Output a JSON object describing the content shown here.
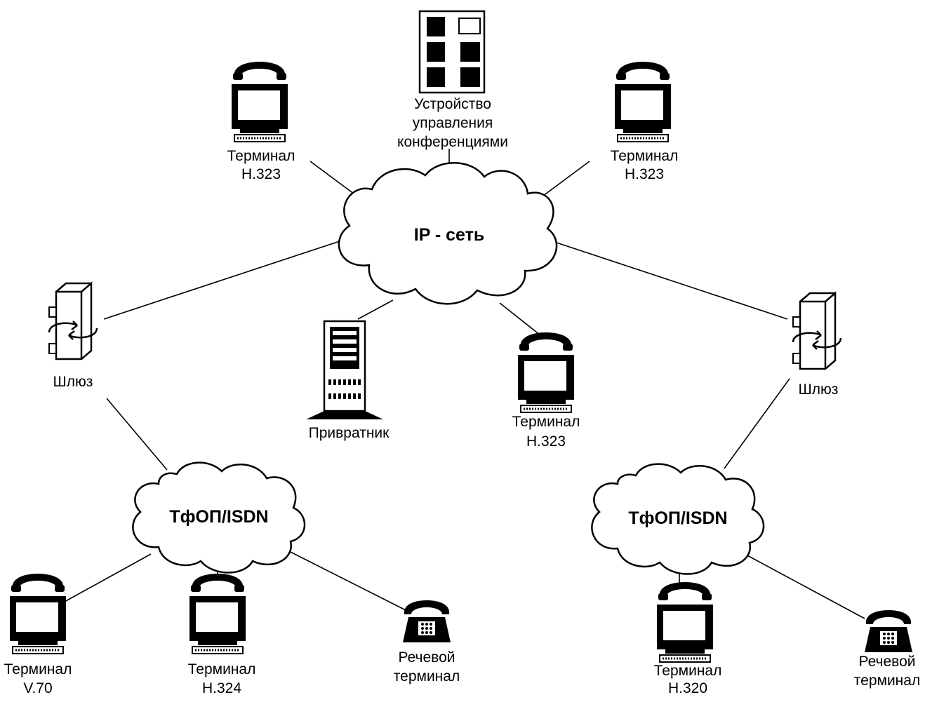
{
  "clouds": {
    "ip": "IP - сеть",
    "pstn_left": "ТфОП/ISDN",
    "pstn_right": "ТфОП/ISDN"
  },
  "nodes": {
    "mcu": [
      "Устройство",
      "управления",
      "конференциями"
    ],
    "term_tl": [
      "Терминал",
      "Н.323"
    ],
    "term_tr": [
      "Терминал",
      "Н.323"
    ],
    "term_mid": [
      "Терминал",
      "Н.323"
    ],
    "gatekeeper": [
      "Привратник"
    ],
    "gateway_left": [
      "Шлюз"
    ],
    "gateway_right": [
      "Шлюз"
    ],
    "term_v70": [
      "Терминал",
      "V.70"
    ],
    "term_h324": [
      "Терминал",
      "Н.324"
    ],
    "voice_left": [
      "Речевой",
      "терминал"
    ],
    "term_h320": [
      "Терминал",
      "Н.320"
    ],
    "voice_right": [
      "Речевой",
      "терминал"
    ]
  }
}
